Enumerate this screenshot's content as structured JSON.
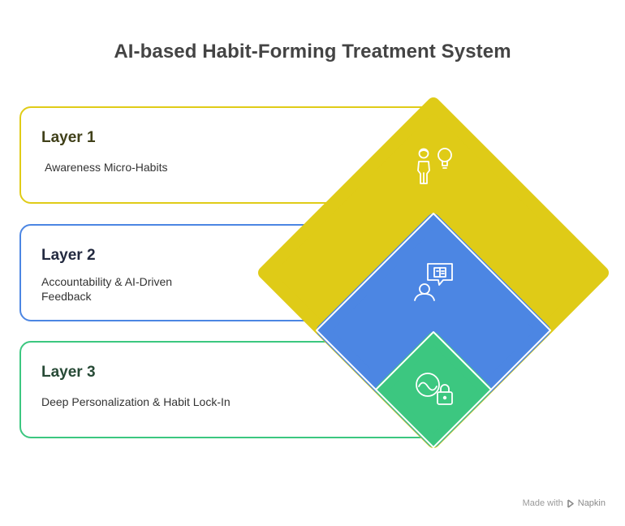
{
  "title": "AI-based Habit-Forming Treatment System",
  "layers": [
    {
      "heading": "Layer 1",
      "description": "Awareness Micro-Habits",
      "color": "#e0cc18",
      "icon": "person-lightbulb-icon"
    },
    {
      "heading": "Layer 2",
      "description": "Accountability & AI-Driven Feedback",
      "color": "#4c86e3",
      "icon": "person-chat-icon"
    },
    {
      "heading": "Layer 3",
      "description": "Deep Personalization & Habit Lock-In",
      "color": "#3cc780",
      "icon": "lock-infinity-icon"
    }
  ],
  "watermark": {
    "prefix": "Made with",
    "brand": "Napkin",
    "icon": "napkin-logo-icon"
  }
}
